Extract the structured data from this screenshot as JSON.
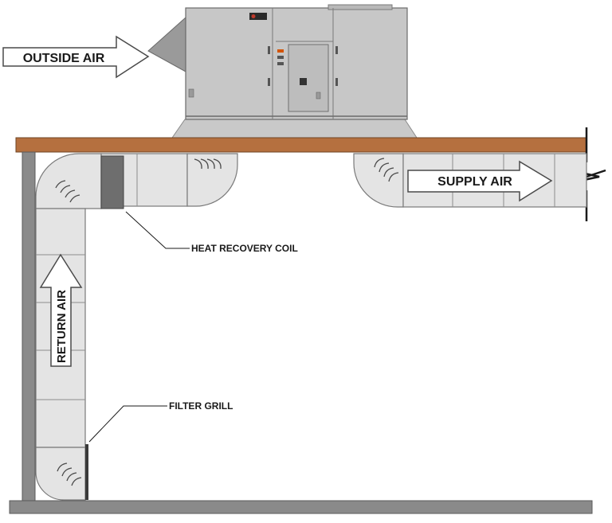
{
  "labels": {
    "outside_air": "OUTSIDE AIR",
    "supply_air": "SUPPLY AIR",
    "return_air": "RETURN AIR",
    "heat_recovery_coil": "HEAT RECOVERY COIL",
    "filter_grill": "FILTER GRILL"
  },
  "colors": {
    "roof_deck": "#b5703f",
    "duct_fill": "#e4e4e4",
    "duct_stroke": "#7a7a7a",
    "unit_body": "#c7c7c7",
    "wall": "#8a8a8a",
    "coil": "#6e6e6e",
    "unit_logo": "#c0392b"
  },
  "icons": {
    "airflow_arrow": "white-block-arrow",
    "duct_turn_vanes": "curved-vane-marks",
    "duct_break": "zigzag-break-line"
  }
}
